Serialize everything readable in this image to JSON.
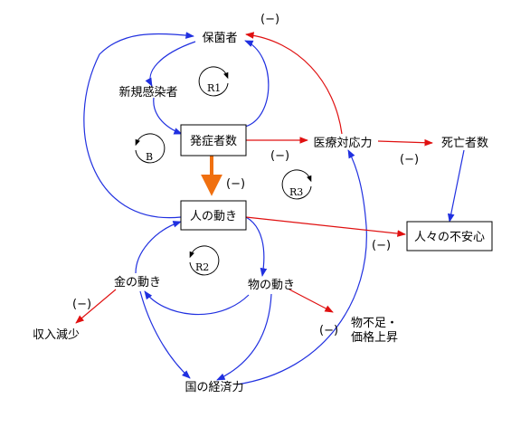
{
  "nodes": {
    "carriers": "保菌者",
    "new_infections": "新規感染者",
    "patients": "発症者数",
    "medical_capacity": "医療対応力",
    "deaths": "死亡者数",
    "people_movement": "人の動き",
    "public_anxiety": "人々の不安心",
    "money_flow": "金の動き",
    "goods_flow": "物の動き",
    "income_decrease": "収入減少",
    "shortage_line1": "物不足・",
    "shortage_line2": "価格上昇",
    "national_economy": "国の経済力"
  },
  "polarity_label": "(−)",
  "loops": {
    "r1": "R1",
    "b": "B",
    "r3": "R3",
    "r2": "R2"
  },
  "colors": {
    "blue_link": "#2030e0",
    "red_link": "#e01010",
    "orange_link": "#f07010"
  }
}
